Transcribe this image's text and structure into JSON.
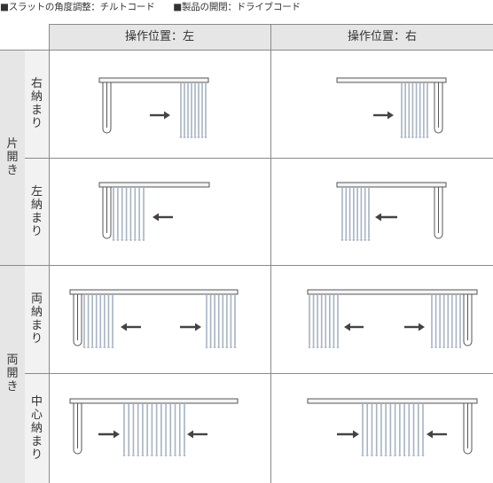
{
  "legend": {
    "tilt": "■スラットの角度調整：チルトコード",
    "drive": "■製品の開閉：ドライブコード"
  },
  "headers": {
    "left": "操作位置：左",
    "right": "操作位置：右"
  },
  "groups": {
    "single": "片開き",
    "double": "両開き"
  },
  "rows": {
    "right_stack": "右納まり",
    "left_stack": "左納まり",
    "both_stack": "両納まり",
    "center_stack": "中心納まり"
  },
  "colors": {
    "line": "#555555",
    "slat": "#a7b3c2",
    "arrow": "#444444",
    "header_bg": "#e6e6e6",
    "sub_bg": "#f2f2f2"
  }
}
